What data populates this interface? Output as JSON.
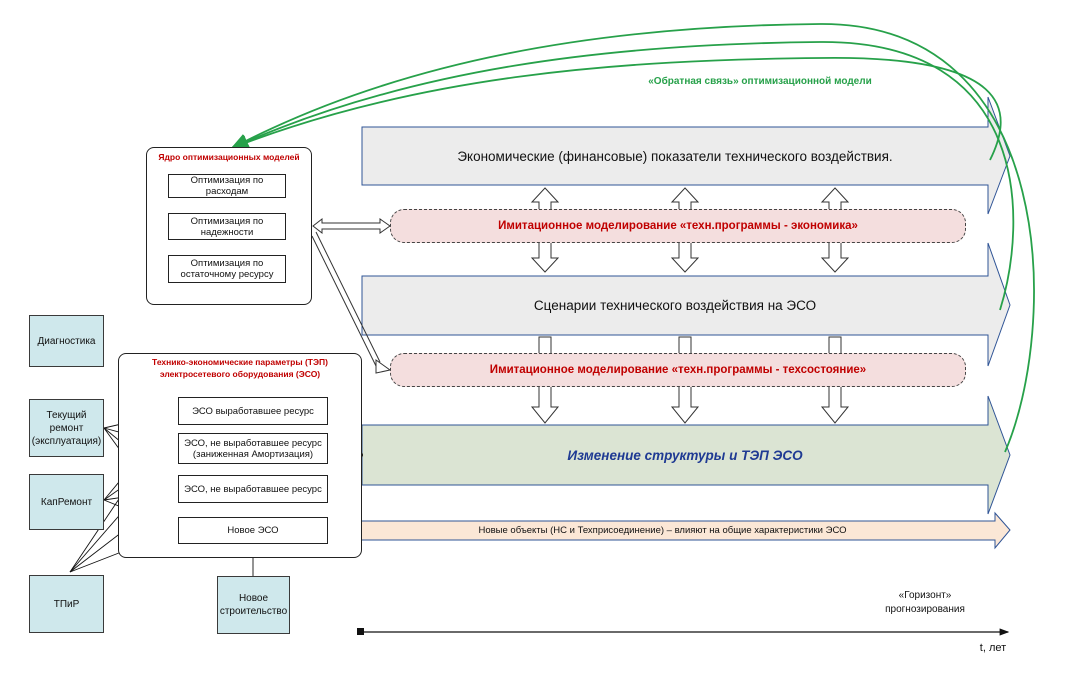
{
  "feedback": {
    "label": "«Обратная связь» оптимизационной модели"
  },
  "core": {
    "title": "Ядро оптимизационных моделей",
    "items": [
      "Оптимизация по расходам",
      "Оптимизация по надежности",
      "Оптимизация по остаточному ресурсу"
    ]
  },
  "tep": {
    "title_line1": "Технико-экономические параметры (ТЭП)",
    "title_line2": "электросетевого оборудования (ЭСО)",
    "items": [
      "ЭСО выработавшее ресурс",
      "ЭСО, не выработавшее ресурс (заниженная Амортизация)",
      "ЭСО, не выработавшее ресурс",
      "Новое ЭСО"
    ]
  },
  "inputs": [
    "Диагностика",
    "Текущий ремонт (эксплуатация)",
    "КапРемонт",
    "ТПиР"
  ],
  "new_construction": "Новое строительство",
  "bands": {
    "economic": "Экономические (финансовые) показатели технического воздействия.",
    "imitation_econ": "Имитационное моделирование «техн.программы - экономика»",
    "scenarios": "Сценарии технического воздействия на ЭСО",
    "imitation_tech": "Имитационное моделирование «техн.программы - техсостояние»",
    "structure": "Изменение структуры и ТЭП ЭСО",
    "new_objects": "Новые объекты (НС и Техприсоединение) – влияют на общие характеристики ЭСО"
  },
  "horizon": {
    "line1": "«Горизонт»",
    "line2": "прогнозирования"
  },
  "axis_label": "t, лет",
  "colors": {
    "band_gray": "#ececec",
    "band_green": "#dbe4d3",
    "band_peach": "#fbe7d6",
    "pill_fill": "#f4dede",
    "accent_red": "#c00000",
    "accent_blue": "#1f3a93",
    "feedback_green": "#27a14a",
    "teal": "#cfe8ec"
  }
}
